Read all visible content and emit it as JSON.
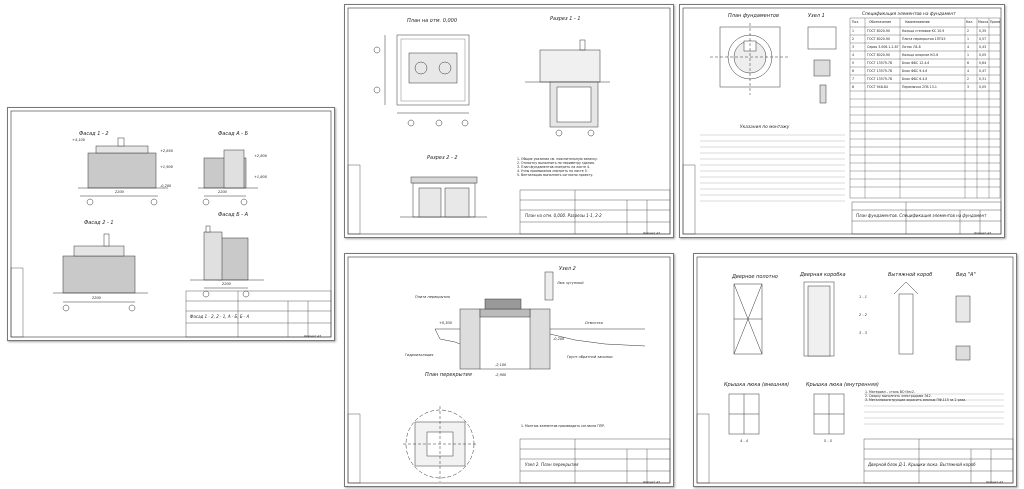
{
  "sheets": {
    "facades": {
      "views": [
        "Фасад 1 - 2",
        "Фасад А - Б",
        "Фасад 2 - 1",
        "Фасад Б - А"
      ],
      "dims": [
        "2200",
        "2200",
        "2200",
        "2200"
      ],
      "elevations": [
        "+4,100",
        "+2,850",
        "+1,900",
        "-0,200",
        "+2,800",
        "+1,800"
      ],
      "titleblock": "Фасад 1 - 2, 2 - 1, А - Б, Б - А",
      "format": "Формат А3"
    },
    "plan": {
      "views": [
        "План на отм. 0,000",
        "Разрез 1 - 1",
        "Разрез 2 - 2"
      ],
      "notes": [
        "1. Общие указания см. пояснительную записку.",
        "2. Отмостку выполнить по периметру здания.",
        "3. План фундаментов смотреть на листе 4.",
        "4. Узлы примыкания смотреть на листе 5.",
        "5. Вентиляцию выполнить согласно проекту."
      ],
      "titleblock": "План на отм. 0,000. Разрезы 1-1, 2-2",
      "format": "Формат А3"
    },
    "foundation": {
      "views": [
        "План фундаментов",
        "Узел 1"
      ],
      "spec_title": "Спецификация элементов на фундамент",
      "spec_headers": [
        "Поз.",
        "Обозначение",
        "Наименование",
        "Кол.",
        "Масса ед., кг",
        "Примеч."
      ],
      "spec_rows": [
        [
          "1",
          "ГОСТ 8020-90",
          "Кольцо стеновое КС 10.9",
          "2",
          "0,35"
        ],
        [
          "2",
          "ГОСТ 8020-90",
          "Плита перекрытия 1ПП15",
          "1",
          "0,57"
        ],
        [
          "3",
          "Серия 3.006.1-2.87",
          "Лоток Л4-8",
          "4",
          "0,43"
        ],
        [
          "4",
          "ГОСТ 8020-90",
          "Кольцо опорное КО-6",
          "1",
          "0,05"
        ],
        [
          "5",
          "ГОСТ 13579-78",
          "Блок ФБС 12.4.6",
          "6",
          "0,64"
        ],
        [
          "6",
          "ГОСТ 13579-78",
          "Блок ФБС 9.4.6",
          "4",
          "0,47"
        ],
        [
          "7",
          "ГОСТ 13579-78",
          "Блок ФБС 6.4.6",
          "2",
          "0,31"
        ],
        [
          "8",
          "ГОСТ 948-84",
          "Перемычка 2ПБ 13-1",
          "3",
          "0,05"
        ]
      ],
      "notes_title": "Указания по монтажу",
      "titleblock": "План фундаментов. Спецификация элементов на фундамент",
      "format": "Формат А3"
    },
    "section": {
      "views": [
        "План перекрытия",
        "Узел 2"
      ],
      "labels": [
        "Люк чугунный",
        "Плита перекрытия",
        "Отмостка",
        "Грунт обратной засыпки",
        "Гидроизоляция"
      ],
      "elevations": [
        "+0,300",
        "-0,200",
        "-2,100",
        "-2,900"
      ],
      "notes": [
        "1. Монтаж элементов производить согласно ППР."
      ],
      "titleblock": "Узел 2. План перекрытия",
      "format": "Формат А3"
    },
    "doors": {
      "views": [
        "Дверное полотно",
        "Дверная коробка",
        "Вытяжной короб",
        "Вид \"А\"",
        "Крышка люка (внешняя)",
        "Крышка люка (внутренняя)"
      ],
      "sections": [
        "1 - 1",
        "2 - 2",
        "3 - 3",
        "4 - 4",
        "5 - 5"
      ],
      "notes": [
        "1. Материал – сталь ВСт3пс2.",
        "2. Сварку выполнять электродами Э42.",
        "3. Металлоконструкции окрасить эмалью ПФ-115 за 2 раза."
      ],
      "titleblock": "Дверной блок Д-1. Крышки люка. Вытяжной короб",
      "format": "Формат А3"
    }
  }
}
